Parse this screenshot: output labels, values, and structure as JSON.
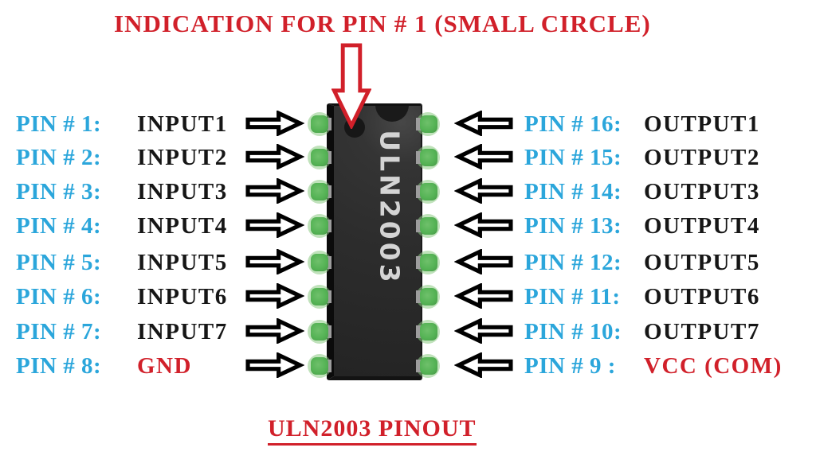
{
  "page": {
    "title": "INDICATION FOR PIN # 1 (SMALL CIRCLE)",
    "footer": "ULN2003 PINOUT"
  },
  "chip": {
    "label": "ULN2003",
    "pin1_marker": "small-circle"
  },
  "colors": {
    "red": "#d1202a",
    "cyan": "#2ba6db",
    "ink": "#161616",
    "chip_body": "#2d2d2d",
    "pin_green": "#55b355",
    "pin_halo": "#8ccb83",
    "chip_text": "#d4d4d4"
  },
  "left_pins": [
    {
      "number": "PIN # 1:",
      "signal": "INPUT1",
      "signal_type": "input"
    },
    {
      "number": "PIN # 2:",
      "signal": "INPUT2",
      "signal_type": "input"
    },
    {
      "number": "PIN # 3:",
      "signal": "INPUT3",
      "signal_type": "input"
    },
    {
      "number": "PIN # 4:",
      "signal": "INPUT4",
      "signal_type": "input"
    },
    {
      "number": "PIN # 5:",
      "signal": "INPUT5",
      "signal_type": "input"
    },
    {
      "number": "PIN # 6:",
      "signal": "INPUT6",
      "signal_type": "input"
    },
    {
      "number": "PIN # 7:",
      "signal": "INPUT7",
      "signal_type": "input"
    },
    {
      "number": "PIN # 8:",
      "signal": "GND",
      "signal_type": "power"
    }
  ],
  "right_pins": [
    {
      "number": "PIN # 16:",
      "signal": "OUTPUT1",
      "signal_type": "output"
    },
    {
      "number": "PIN # 15:",
      "signal": "OUTPUT2",
      "signal_type": "output"
    },
    {
      "number": "PIN # 14:",
      "signal": "OUTPUT3",
      "signal_type": "output"
    },
    {
      "number": "PIN # 13:",
      "signal": "OUTPUT4",
      "signal_type": "output"
    },
    {
      "number": "PIN # 12:",
      "signal": "OUTPUT5",
      "signal_type": "output"
    },
    {
      "number": "PIN # 11:",
      "signal": "OUTPUT6",
      "signal_type": "output"
    },
    {
      "number": "PIN # 10:",
      "signal": "OUTPUT7",
      "signal_type": "output"
    },
    {
      "number": "PIN #  9 :",
      "signal": "VCC (COM)",
      "signal_type": "power"
    }
  ]
}
